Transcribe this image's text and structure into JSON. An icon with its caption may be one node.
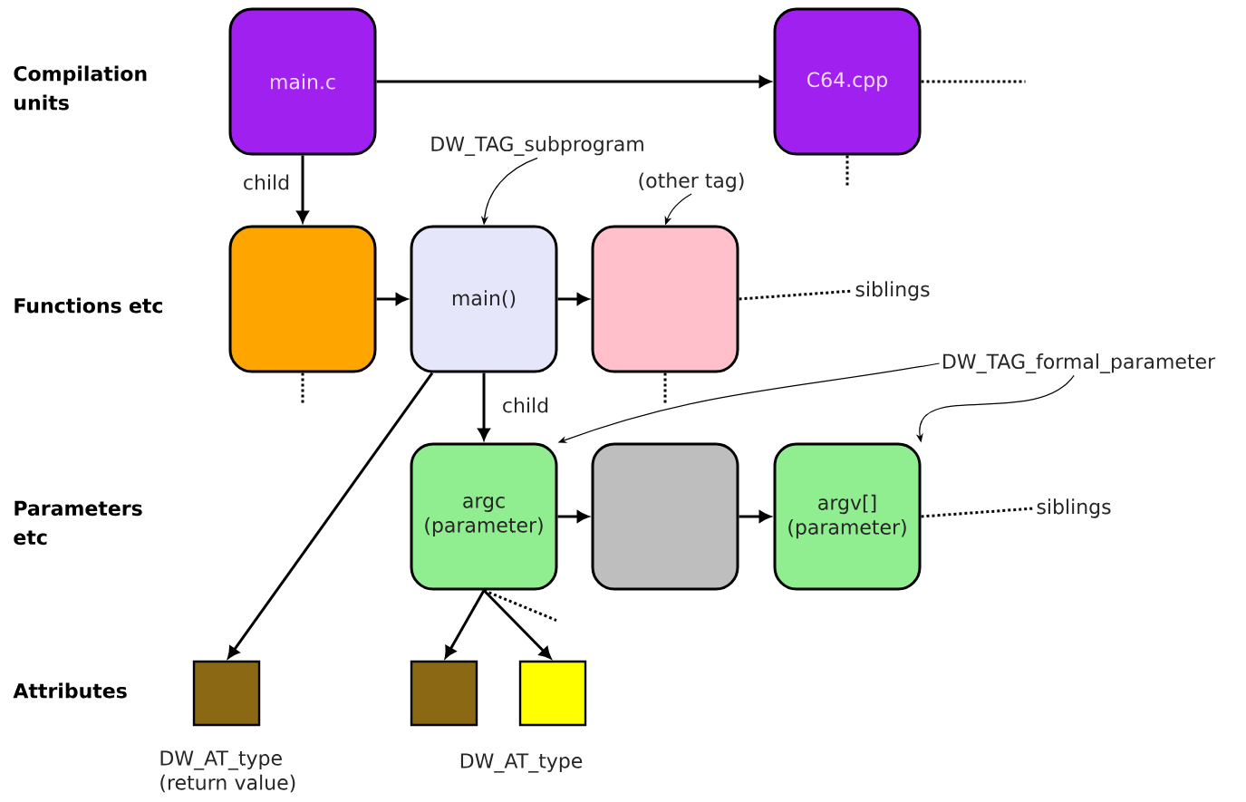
{
  "diagram": {
    "nodes": [
      {
        "text": [
          "main.c"
        ]
      },
      {
        "text": [
          "C64.cpp"
        ]
      },
      {
        "text": [],
        "shape": "box"
      },
      {
        "text": [
          "main()"
        ]
      },
      {
        "text": [],
        "shape": "box"
      },
      {
        "text": [
          "argc (parameter)"
        ]
      },
      {
        "text": [],
        "shape": "box"
      },
      {
        "text": [
          "argv[] (parameter)"
        ]
      },
      {
        "text": [],
        "shape": "box",
        "beside": [
          "DW_AT_type (return value)"
        ]
      },
      {
        "text": [],
        "shape": "box"
      },
      {
        "text": [],
        "shape": "box"
      },
      {
        "text": [
          "DW_TAG_subprogram"
        ]
      },
      {
        "text": [
          "(other tag)"
        ]
      },
      {
        "text": [
          "DW_TAG_formal_parameter"
        ]
      },
      {
        "text": [
          "siblings"
        ]
      },
      {
        "text": [
          "siblings"
        ]
      }
    ],
    "edges": [
      {
        "from": 0,
        "to": 1,
        "arrow": "to"
      },
      {
        "from": 0,
        "to": 2,
        "arrow": "to",
        "label": "child"
      },
      {
        "from": 2,
        "to": 3,
        "arrow": "to"
      },
      {
        "from": 3,
        "to": 4,
        "arrow": "to"
      },
      {
        "from": 3,
        "to": 8,
        "arrow": "to"
      },
      {
        "from": 3,
        "to": 5,
        "arrow": "to",
        "label": "child"
      },
      {
        "from": 5,
        "to": 6,
        "arrow": "to"
      },
      {
        "from": 6,
        "to": 7,
        "arrow": "to"
      },
      {
        "from": 5,
        "to": 9,
        "arrow": "to"
      },
      {
        "from": 5,
        "to": 10,
        "arrow": "to"
      },
      {
        "from": 11,
        "to": 3,
        "arrow": "to"
      },
      {
        "from": 12,
        "to": 4,
        "arrow": "to"
      },
      {
        "from": 13,
        "to": 5,
        "arrow": "to"
      },
      {
        "from": 13,
        "to": 7,
        "arrow": "to"
      },
      {
        "from": 4,
        "to": 14,
        "arrow": "none",
        "style": "dashed"
      },
      {
        "from": 7,
        "to": 15,
        "arrow": "none",
        "style": "dashed"
      },
      {
        "from": 1,
        "to": null,
        "arrow": "none",
        "style": "dashed"
      },
      {
        "from": 1,
        "to": null,
        "arrow": "none",
        "style": "dashed"
      },
      {
        "from": 2,
        "to": null,
        "arrow": "none",
        "style": "dashed"
      },
      {
        "from": 4,
        "to": null,
        "arrow": "none",
        "style": "dashed"
      },
      {
        "from": 5,
        "to": null,
        "arrow": "none",
        "style": "dashed"
      }
    ],
    "labels": [
      "Compilation units",
      "Functions etc",
      "Parameters etc",
      "Attributes",
      "DW_AT_type"
    ]
  }
}
